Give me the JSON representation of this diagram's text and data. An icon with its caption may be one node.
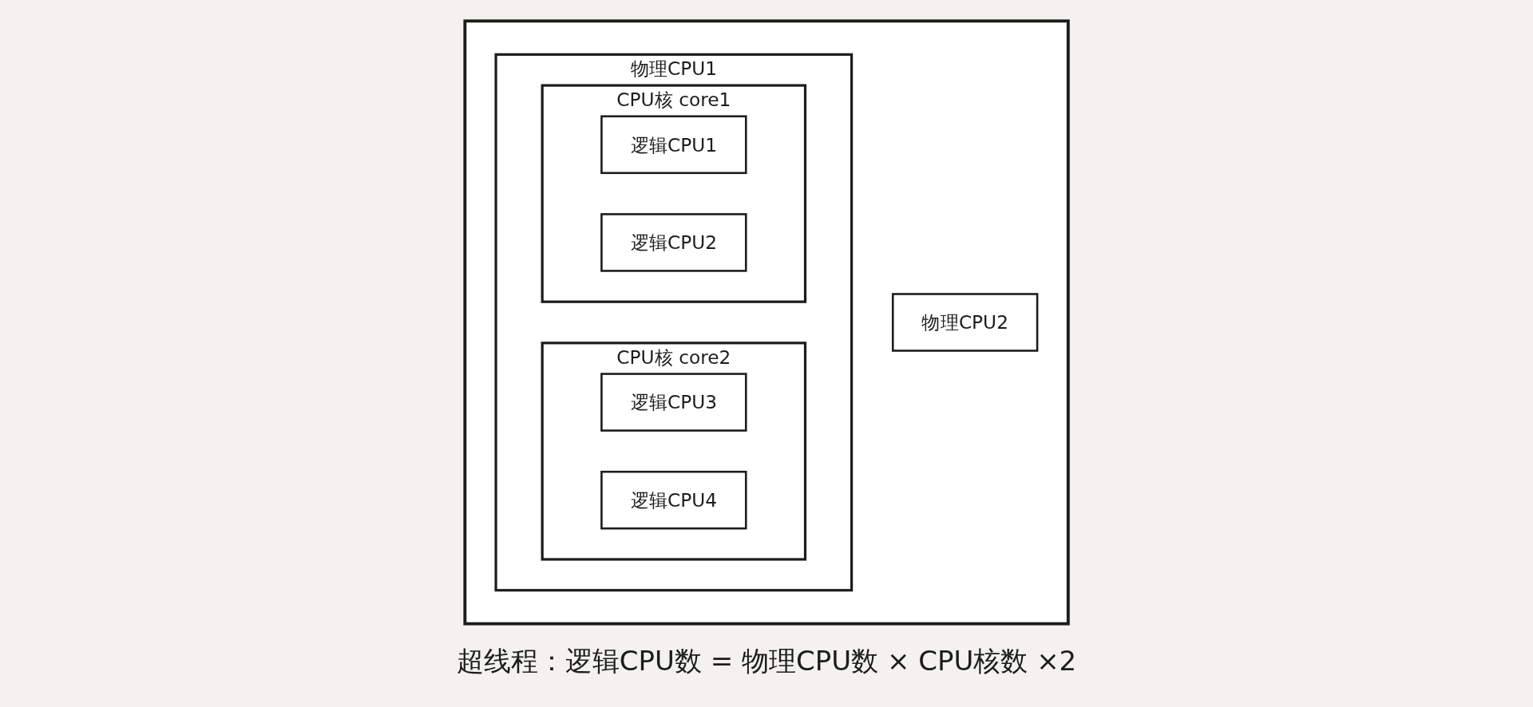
{
  "diagram": {
    "nodes": [
      {
        "text": [],
        "shape": "box"
      },
      {
        "text": [
          "物理CPU1"
        ],
        "in": 0
      },
      {
        "text": [
          "CPU核 core1"
        ],
        "in": 1
      },
      {
        "text": [
          "逻辑CPU1"
        ],
        "in": 2
      },
      {
        "text": [
          "逻辑CPU2"
        ],
        "in": 2
      },
      {
        "text": [
          "CPU核 core2"
        ],
        "in": 1
      },
      {
        "text": [
          "逻辑CPU3"
        ],
        "in": 5
      },
      {
        "text": [
          "逻辑CPU4"
        ],
        "in": 5
      },
      {
        "text": [
          "物理CPU2"
        ],
        "in": 0
      }
    ],
    "caption": "超线程：逻辑CPU数 = 物理CPU数 × CPU核数 ×2"
  }
}
